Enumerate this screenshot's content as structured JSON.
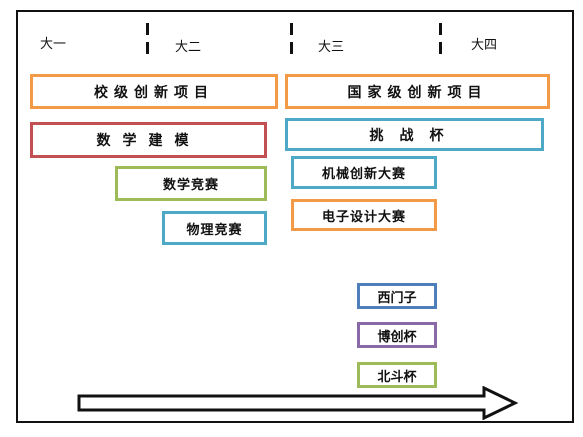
{
  "years": [
    "大一",
    "大二",
    "大三",
    "大四"
  ],
  "projects": {
    "school_level": "校级创新项目",
    "national_level": "国家级创新项目",
    "math_modeling": "数学建模",
    "challenge_cup": "挑战杯",
    "math_competition": "数学竞赛",
    "mechanical_innovation": "机械创新大赛",
    "physics_competition": "物理竞赛",
    "electronic_design": "电子设计大赛",
    "ximenzi": "西门子",
    "bochuang_cup": "博创杯",
    "beidou_cup": "北斗杯"
  },
  "colors": {
    "orange": "#f39a47",
    "red": "#c24f52",
    "teal": "#4da9c6",
    "green": "#9dbb58",
    "blue": "#4f7fb8",
    "purple": "#8a69a8",
    "arrow_outline": "#111111"
  }
}
